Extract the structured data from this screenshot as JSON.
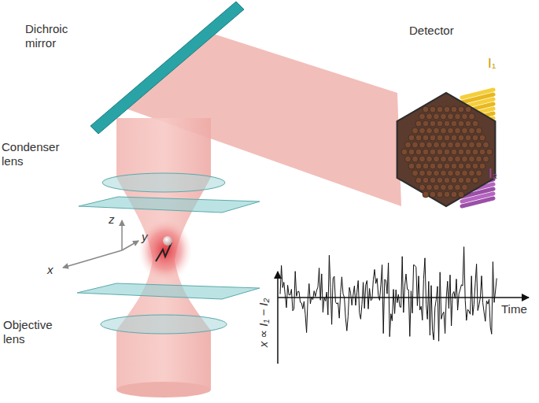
{
  "diagram": {
    "labels": [
      "Dichroic mirror",
      "Detector",
      "Condenser lens",
      "Objective lens",
      "I₁",
      "I₂",
      "z",
      "y",
      "x",
      "x ∝ I₁ − I₂",
      "Time"
    ]
  }
}
